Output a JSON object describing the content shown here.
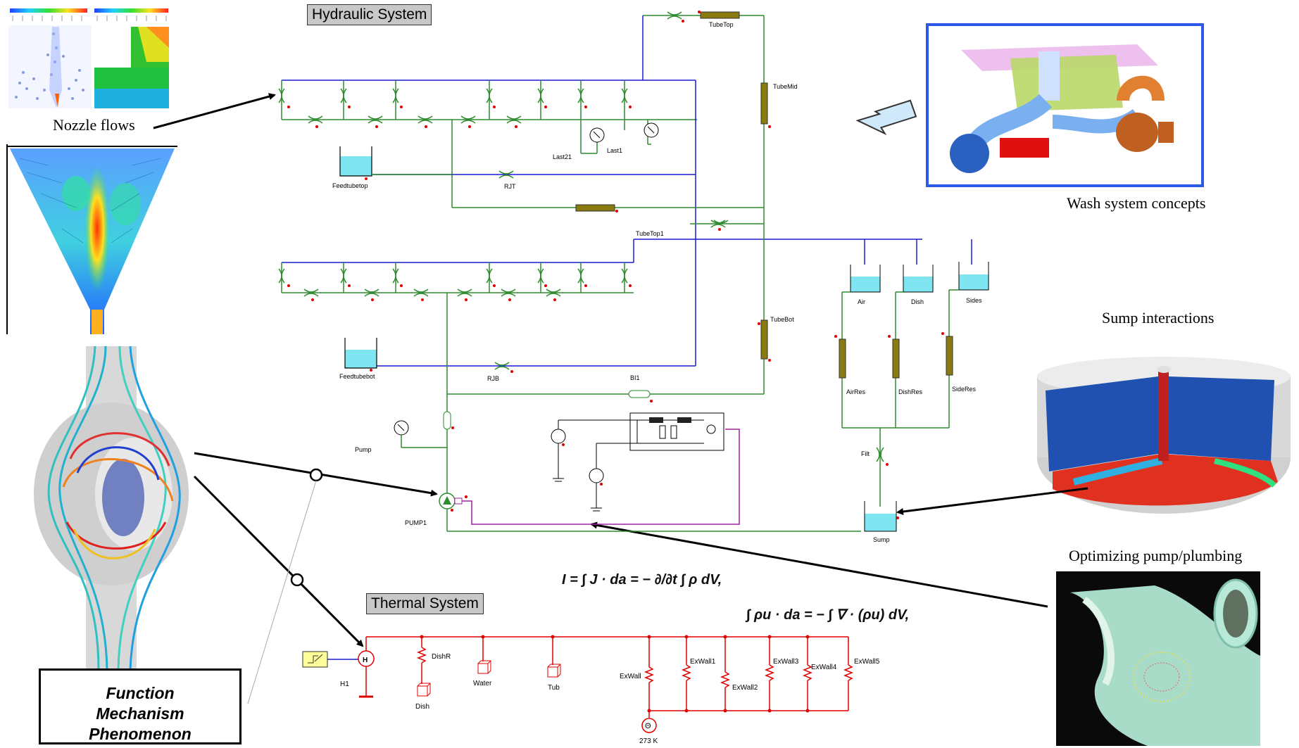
{
  "titles": {
    "hydraulic": "Hydraulic System",
    "thermal": "Thermal System"
  },
  "captions": {
    "nozzle": "Nozzle flows",
    "wash": "Wash system concepts",
    "sump": "Sump interactions",
    "pump": "Optimizing pump/plumbing"
  },
  "fmp": {
    "line1": "Function",
    "line2": "Mechanism",
    "line3": "Phenomenon"
  },
  "hydraulic_labels": {
    "tube_top": "TubeTop",
    "tube_mid": "TubeMid",
    "tube_top1": "TubeTop1",
    "tube_bot": "TubeBot",
    "last21": "Last21",
    "last1": "Last1",
    "feedtubetop": "Feedtubetop",
    "rjt": "RJT",
    "feedtubebot": "Feedtubebot",
    "rjb": "RJB",
    "bi1": "BI1",
    "pump": "Pump",
    "pump1": "PUMP1",
    "air": "Air",
    "dish": "Dish",
    "sides": "Sides",
    "air_res": "AirRes",
    "dish_res": "DishRes",
    "side_res": "SideRes",
    "filt": "Filt",
    "sump": "Sump"
  },
  "thermal_labels": {
    "h1": "H1",
    "h": "H",
    "dish_r": "DishR",
    "dish": "Dish",
    "water": "Water",
    "tub": "Tub",
    "exwall": "ExWall",
    "exwall1": "ExWall1",
    "exwall2": "ExWall2",
    "exwall3": "ExWall3",
    "exwall4": "ExWall4",
    "exwall5": "ExWall5",
    "temp": "273 K",
    "theta": "Θ"
  },
  "colors": {
    "hydraulic_green": "#2e8b2e",
    "hydraulic_blue": "#1a1ad0",
    "thermal_red": "#e00000",
    "tank_water": "#7fe5f0",
    "resistor_fill": "#8a7a10",
    "callout_border": "#2a5ae6",
    "arrow_fill": "#cfe8fa"
  },
  "icons": [
    "nozzle-flow-plot",
    "triangle-flow-plot",
    "pump-streamlines-plot",
    "wash-system-3d-model",
    "sump-interaction-plot",
    "pipe-flow-plot",
    "pressure-gauge-icon",
    "tank-icon",
    "restriction-icon",
    "pump-icon",
    "heat-source-icon",
    "thermal-mass-icon",
    "thermal-resistor-icon",
    "temperature-source-icon",
    "voltage-source-icon",
    "ground-icon"
  ]
}
